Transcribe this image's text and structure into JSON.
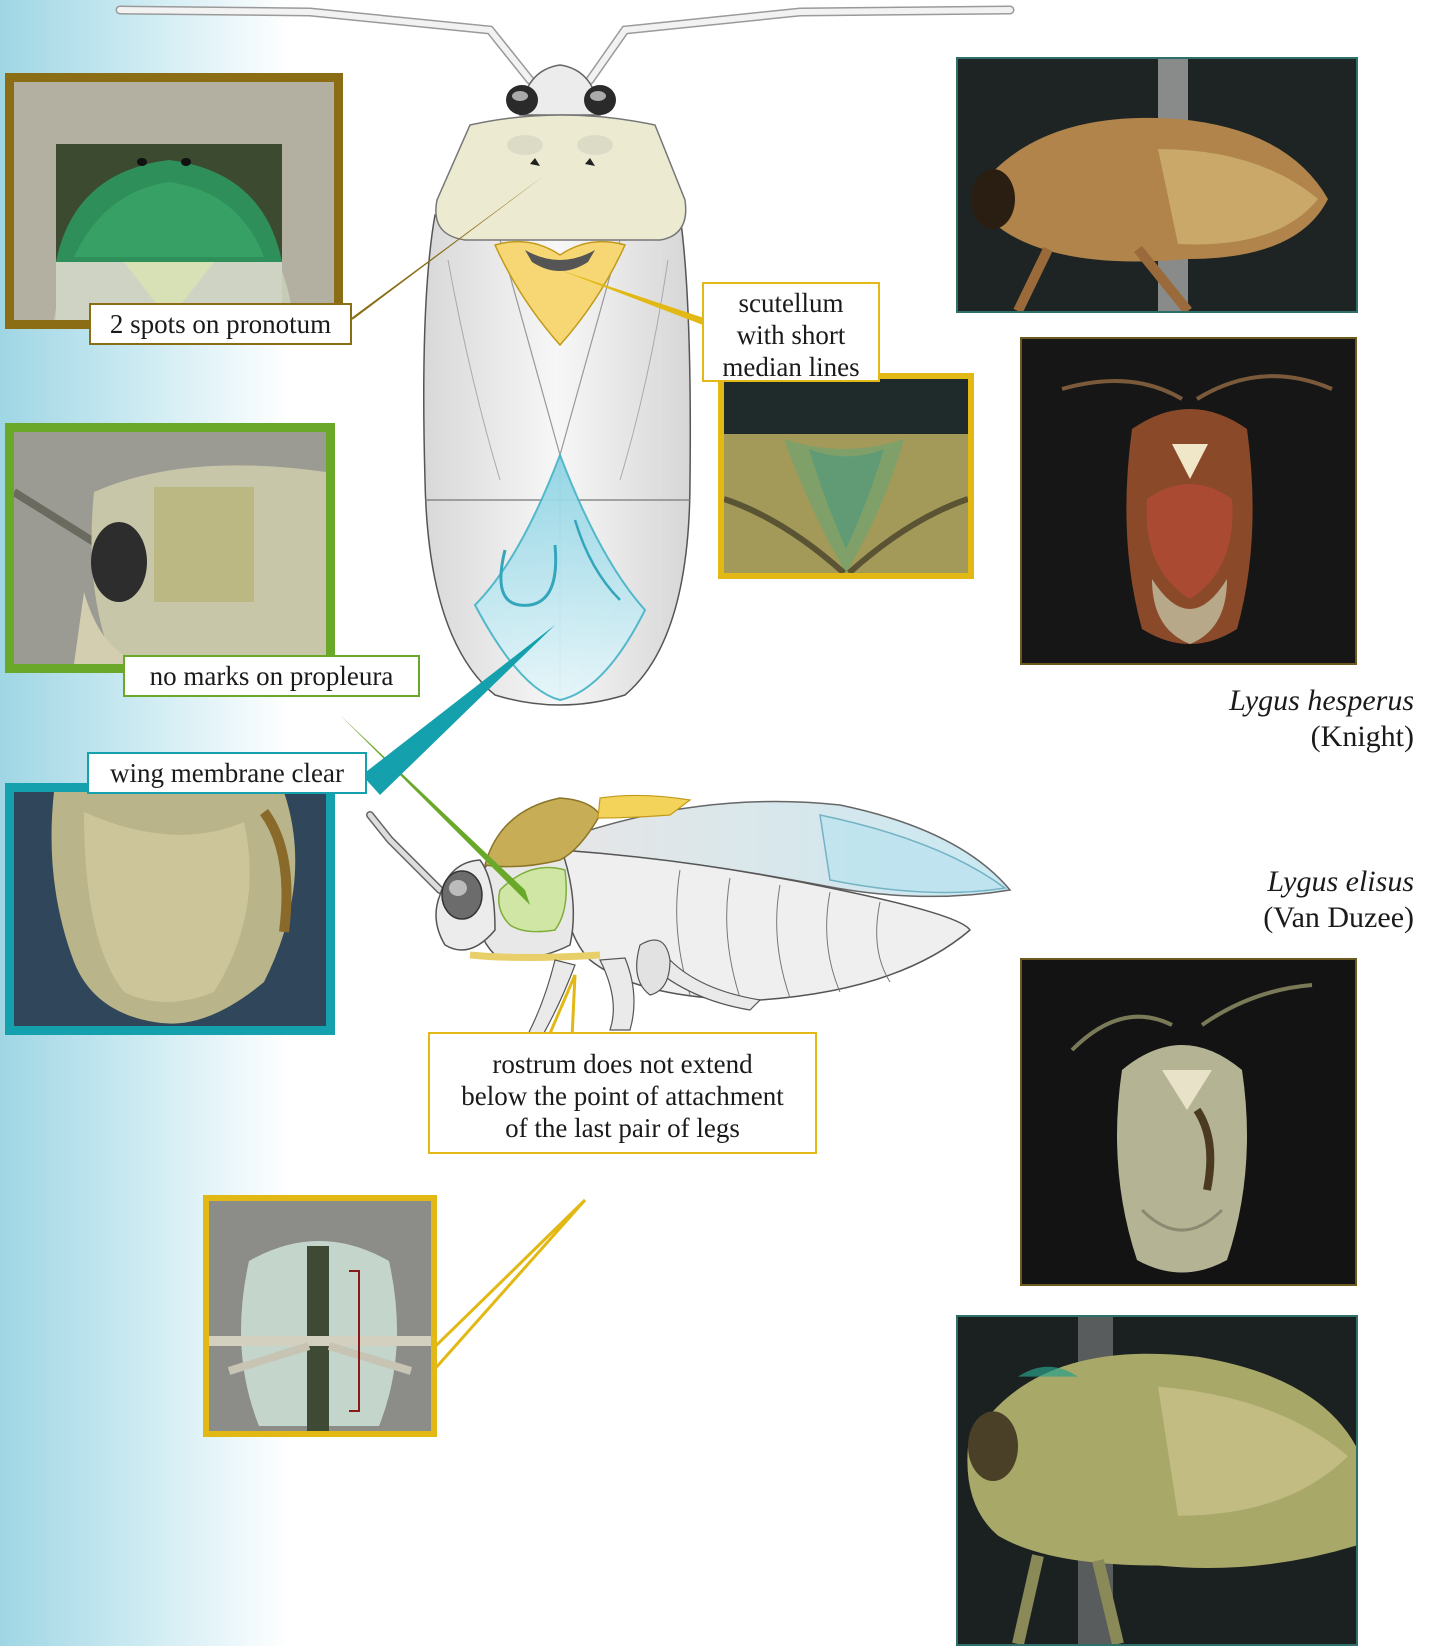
{
  "labels": {
    "pronotum": "2 spots on pronotum",
    "scutellum_line1": "scutellum",
    "scutellum_line2": "with short",
    "scutellum_line3": "median lines",
    "propleura": "no marks on propleura",
    "wing_membrane": "wing membrane clear",
    "rostrum_line1": "rostrum does not extend",
    "rostrum_line2": "below the point of attachment",
    "rostrum_line3": "of the last pair of legs"
  },
  "species": [
    {
      "name": "Lygus hesperus",
      "author": "(Knight)"
    },
    {
      "name": "Lygus elisus",
      "author": "(Van Duzee)"
    }
  ],
  "colors": {
    "pronotum_frame": "#8a6d14",
    "propleura_frame": "#6aa82a",
    "membrane_frame": "#14a0ac",
    "scutellum_frame": "#e2b814",
    "rostrum_frame": "#e2b814",
    "hesperus_frame": "#2f6f6a",
    "elisus_frame": "#6b5a1e"
  }
}
